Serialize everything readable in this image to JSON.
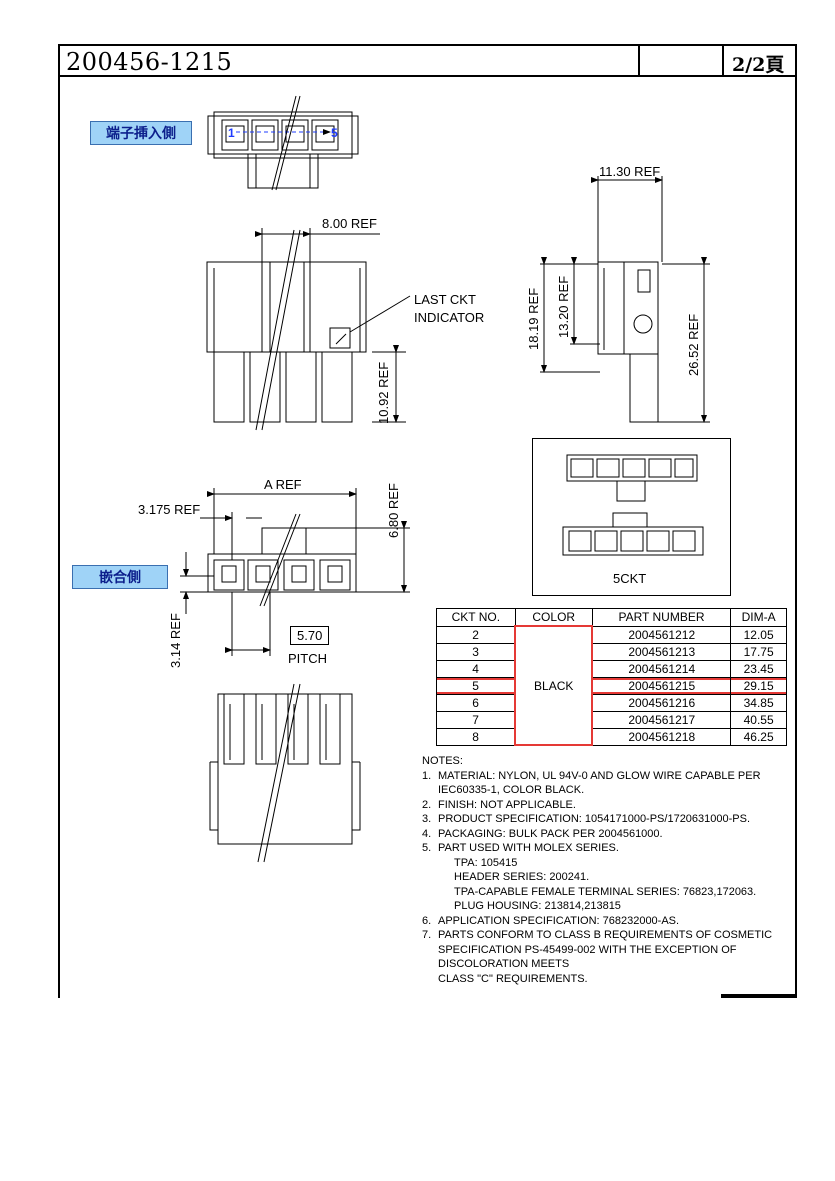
{
  "header": {
    "title": "200456-1215",
    "page": "2/2頁"
  },
  "tags": {
    "terminal_side": "端子挿入側",
    "mating_side": "嵌合側"
  },
  "top_view": {
    "left_index": "1",
    "right_index": "5"
  },
  "dims": {
    "d1130": "11.30 REF",
    "d800": "8.00 REF",
    "last_ckt_1": "LAST CKT",
    "last_ckt_2": "INDICATOR",
    "d1819": "18.19 REF",
    "d1320": "13.20 REF",
    "d2652": "26.52 REF",
    "d1092": "10.92 REF",
    "a_ref": "A REF",
    "d3175": "3.175 REF",
    "d680": "6.80 REF",
    "d314": "3.14 REF",
    "pitch_value": "5.70",
    "pitch_label": "PITCH"
  },
  "iso_caption": "5CKT",
  "table": {
    "headers": [
      "CKT NO.",
      "COLOR",
      "PART NUMBER",
      "DIM-A"
    ],
    "color": "BLACK",
    "rows": [
      {
        "ckt": "2",
        "part": "2004561212",
        "dim": "12.05"
      },
      {
        "ckt": "3",
        "part": "2004561213",
        "dim": "17.75"
      },
      {
        "ckt": "4",
        "part": "2004561214",
        "dim": "23.45"
      },
      {
        "ckt": "5",
        "part": "2004561215",
        "dim": "29.15"
      },
      {
        "ckt": "6",
        "part": "2004561216",
        "dim": "34.85"
      },
      {
        "ckt": "7",
        "part": "2004561217",
        "dim": "40.55"
      },
      {
        "ckt": "8",
        "part": "2004561218",
        "dim": "46.25"
      }
    ],
    "highlight_color": "#e53935"
  },
  "notes": {
    "title": "NOTES:",
    "items": [
      {
        "num": "1.",
        "text": "MATERIAL: NYLON, UL 94V-0 AND GLOW WIRE CAPABLE PER IEC60335-1, COLOR BLACK."
      },
      {
        "num": "2.",
        "text": "FINISH: NOT APPLICABLE."
      },
      {
        "num": "3.",
        "text": "PRODUCT SPECIFICATION: 1054171000-PS/1720631000-PS."
      },
      {
        "num": "4.",
        "text": "PACKAGING: BULK PACK PER 2004561000."
      },
      {
        "num": "5.",
        "text": "PART USED WITH MOLEX SERIES."
      },
      {
        "num": "6.",
        "text": "APPLICATION SPECIFICATION: 768232000-AS."
      },
      {
        "num": "7.",
        "text": "PARTS CONFORM TO CLASS B REQUIREMENTS OF COSMETIC SPECIFICATION PS-45499-002 WITH THE EXCEPTION OF DISCOLORATION MEETS"
      }
    ],
    "sub5": [
      "TPA: 105415",
      "HEADER SERIES: 200241.",
      "TPA-CAPABLE FEMALE TERMINAL SERIES: 76823,172063.",
      "PLUG HOUSING: 213814,213815"
    ],
    "tail7": "CLASS \"C\" REQUIREMENTS."
  }
}
